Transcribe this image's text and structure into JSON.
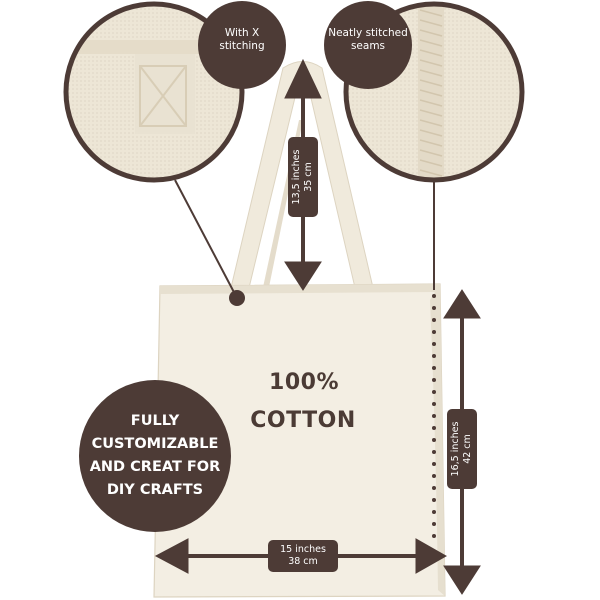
{
  "callouts": {
    "x_stitching": "With X\nstitching",
    "stitched_seams": "Neatly stitched\nseams"
  },
  "dimensions": {
    "handle": {
      "inches": "13,5 inches",
      "cm": "35 cm"
    },
    "width": {
      "inches": "15 inches",
      "cm": "38 cm"
    },
    "height": {
      "inches": "16,5 inches",
      "cm": "42 cm"
    }
  },
  "material": {
    "line1": "100%",
    "line2": "COTTON"
  },
  "badge": {
    "lines": [
      "FULLY",
      "CUSTOMIZABLE",
      "AND CREAT FOR",
      "DIY CRAFTS"
    ]
  },
  "colors": {
    "accent": "#4d3b36",
    "fabric": "#f1ece0",
    "fabric_shadow": "#e2dac8"
  }
}
